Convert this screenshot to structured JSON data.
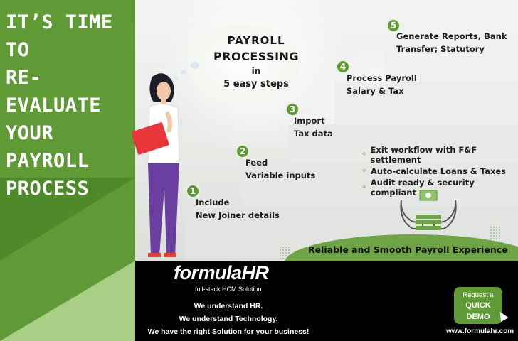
{
  "headline": "IT’S TIME TO\nRE-EVALUATE\nYOUR PAYROLL\nPROCESS",
  "title": {
    "line1": "PAYROLL",
    "line2": "PROCESSING",
    "line3": "in",
    "line4": "5 easy steps"
  },
  "steps": [
    {
      "number": "1",
      "text": "Include\nNew Joiner details"
    },
    {
      "number": "2",
      "text": "Feed\nVariable inputs"
    },
    {
      "number": "3",
      "text": "Import\nTax data"
    },
    {
      "number": "4",
      "text": "Process Payroll\nSalary & Tax"
    },
    {
      "number": "5",
      "text": "Generate Reports, Bank\nTransfer; Statutory"
    }
  ],
  "features": [
    "Exit workflow with F&F settlement",
    "Auto-calculate Loans & Taxes",
    "Audit ready & security compliant"
  ],
  "tagline": "Reliable and Smooth Payroll Experience",
  "brand": {
    "logo_main": "formula",
    "logo_hr": "HR",
    "subtitle": "full-stack HCM Solution"
  },
  "slogans": [
    "We understand HR.",
    "We understand Technology.",
    "We have the right Solution for your business!"
  ],
  "demo": {
    "request": "Request a",
    "quick": "QUICK",
    "demo": "DEMO"
  },
  "url": "www.formulahr.com",
  "colors": {
    "green": "#5f9a36",
    "accent": "#e05a3a",
    "dark": "#000000"
  }
}
